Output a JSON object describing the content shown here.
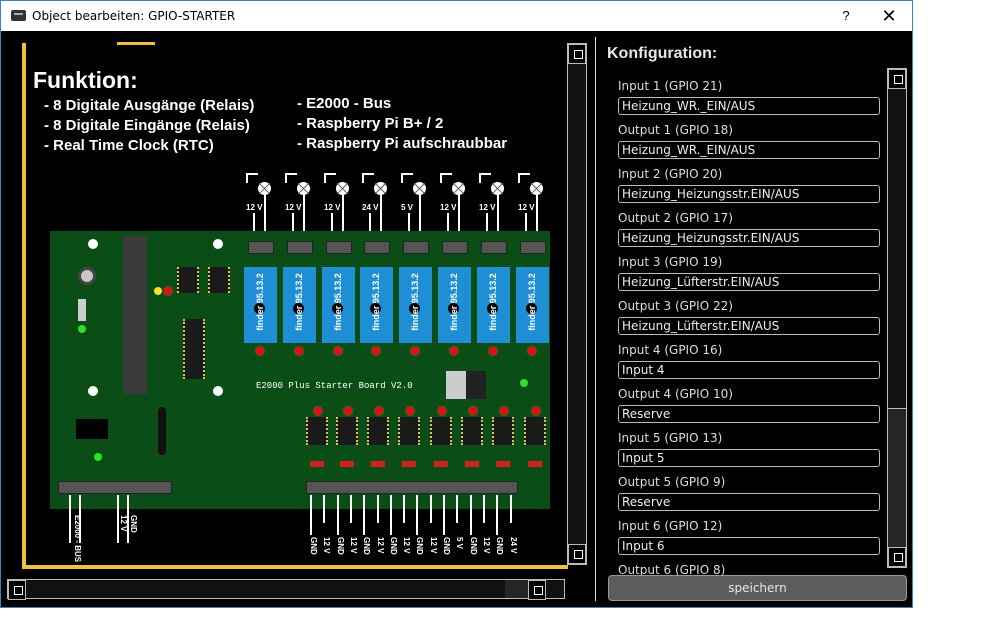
{
  "window": {
    "title": "Object bearbeiten: GPIO-STARTER",
    "help_label": "?",
    "close_label": "✕"
  },
  "preview": {
    "function_title": "Funktion:",
    "function_left": [
      "- 8 Digitale Ausgänge (Relais)",
      "- 8 Digitale Eingänge (Relais)",
      "- Real Time Clock (RTC)"
    ],
    "function_right": [
      "- E2000 - Bus",
      "- Raspberry Pi B+ / 2",
      "- Raspberry Pi aufschraubbar"
    ],
    "board_title": "E2000 Plus Starter Board V2.0",
    "relay_brand": "finder",
    "relay_model": "95.13.2",
    "output_voltages": [
      "12 V",
      "12 V",
      "12 V",
      "24 V",
      "5 V",
      "12 V",
      "12 V",
      "12 V"
    ],
    "bus_labels": [
      "E2000 - BUS",
      "12 V",
      "GND"
    ],
    "input_labels": [
      "GND",
      "12 V",
      "GND",
      "12 V",
      "GND",
      "12 V",
      "GND",
      "12 V",
      "GND",
      "12 V",
      "GND",
      "5 V",
      "GND",
      "12 V",
      "GND",
      "24 V"
    ]
  },
  "config": {
    "title": "Konfiguration:",
    "fields": [
      {
        "label": "Input 1 (GPIO 21)",
        "value": "Heizung_WR._EIN/AUS"
      },
      {
        "label": "Output 1 (GPIO 18)",
        "value": "Heizung_WR._EIN/AUS"
      },
      {
        "label": "Input 2 (GPIO 20)",
        "value": "Heizung_Heizungsstr.EIN/AUS"
      },
      {
        "label": "Output 2 (GPIO 17)",
        "value": "Heizung_Heizungsstr.EIN/AUS"
      },
      {
        "label": "Input 3 (GPIO 19)",
        "value": "Heizung_Lüfterstr.EIN/AUS"
      },
      {
        "label": "Output 3 (GPIO 22)",
        "value": "Heizung_Lüfterstr.EIN/AUS"
      },
      {
        "label": "Input 4 (GPIO 16)",
        "value": "Input 4"
      },
      {
        "label": "Output 4 (GPIO 10)",
        "value": "Reserve"
      },
      {
        "label": "Input 5 (GPIO 13)",
        "value": "Input 5"
      },
      {
        "label": "Output 5 (GPIO 9)",
        "value": "Reserve"
      },
      {
        "label": "Input 6 (GPIO 12)",
        "value": "Input 6"
      },
      {
        "label": "Output 6 (GPIO 8)",
        "value": ""
      }
    ],
    "save_label": "speichern"
  },
  "colors": {
    "accent_gold": "#f0c040",
    "pcb_green": "#0b4d17",
    "relay_blue": "#1e8fd4"
  }
}
